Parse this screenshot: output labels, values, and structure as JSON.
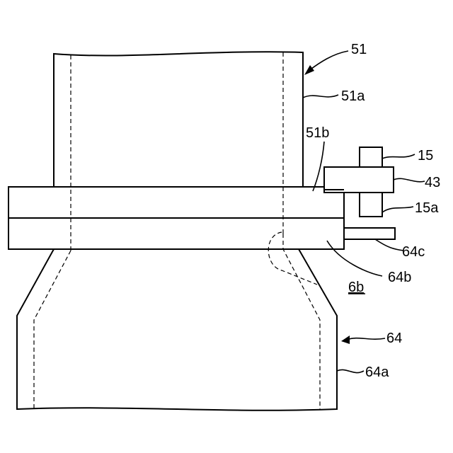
{
  "labels": {
    "l51": "51",
    "l51a": "51a",
    "l51b": "51b",
    "l15": "15",
    "l43": "43",
    "l15a": "15a",
    "l64c": "64c",
    "l64b": "64b",
    "l6b": "6b",
    "l64": "64",
    "l64a": "64a"
  },
  "colors": {
    "line": "#000000",
    "background": "#ffffff"
  }
}
